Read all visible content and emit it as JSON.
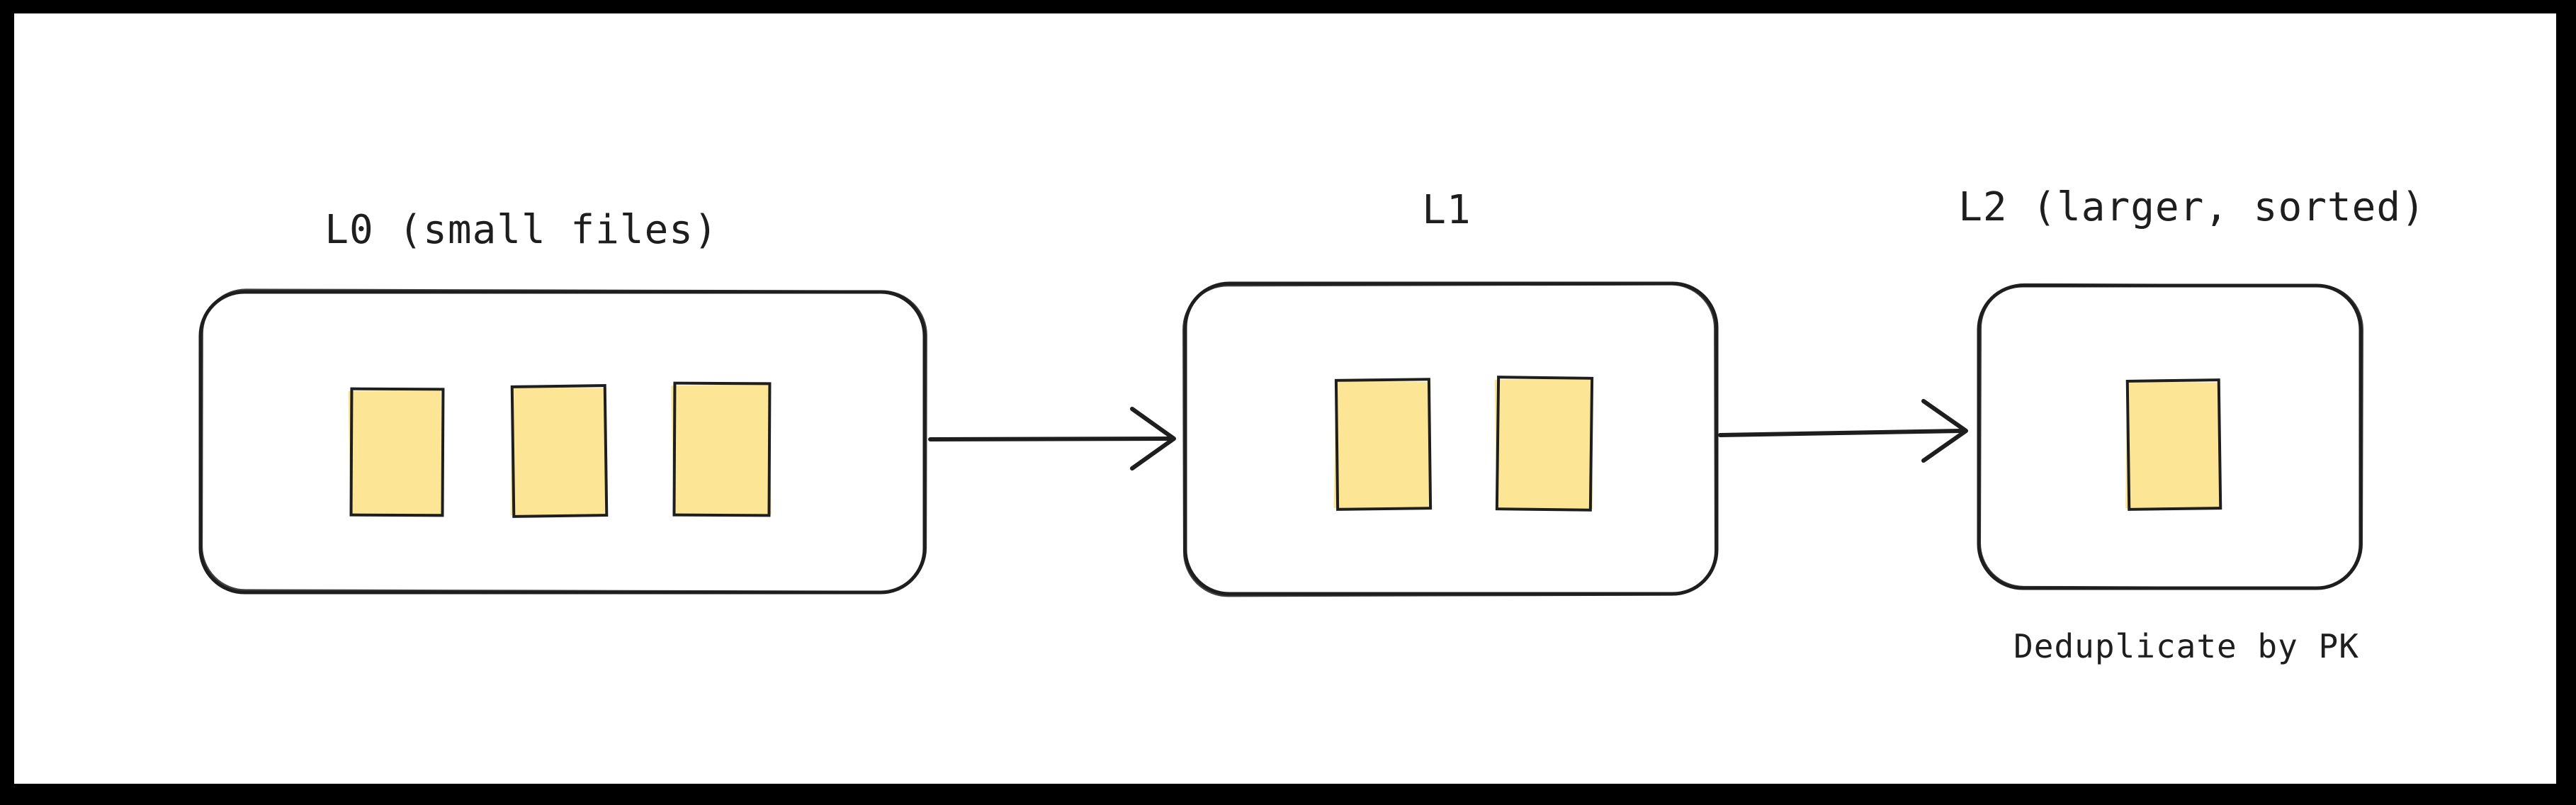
{
  "frame": {
    "color": "#000000",
    "paper_color": "#ffffff"
  },
  "diagram": {
    "stroke_color": "#1e1e1e",
    "file_fill": "#fce594",
    "levels": [
      {
        "label": "L0 (small files)",
        "file_count": 3
      },
      {
        "label": "L1",
        "file_count": 2
      },
      {
        "label": "L2 (larger, sorted)",
        "file_count": 1
      }
    ],
    "arrows": [
      {
        "from": "L0",
        "to": "L1"
      },
      {
        "from": "L1",
        "to": "L2"
      }
    ],
    "caption": "Deduplicate by PK"
  }
}
